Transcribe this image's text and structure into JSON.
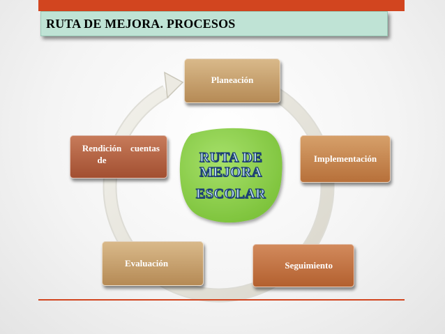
{
  "title": "RUTA DE MEJORA. PROCESOS",
  "colors": {
    "accent_bar": "#d2451f",
    "title_background": "#bfe3d5",
    "center_fill": "#8fd14f",
    "ring": "#e5e3d9"
  },
  "center": {
    "line1": "RUTA DE",
    "line2": "MEJORA",
    "line3": "ESCOLAR"
  },
  "nodes": {
    "planeacion": "Planeación",
    "implementacion": "Implementación",
    "seguimiento": "Seguimiento",
    "evaluacion": "Evaluación",
    "rendicion": [
      "Rendición de",
      "cuentas"
    ]
  }
}
